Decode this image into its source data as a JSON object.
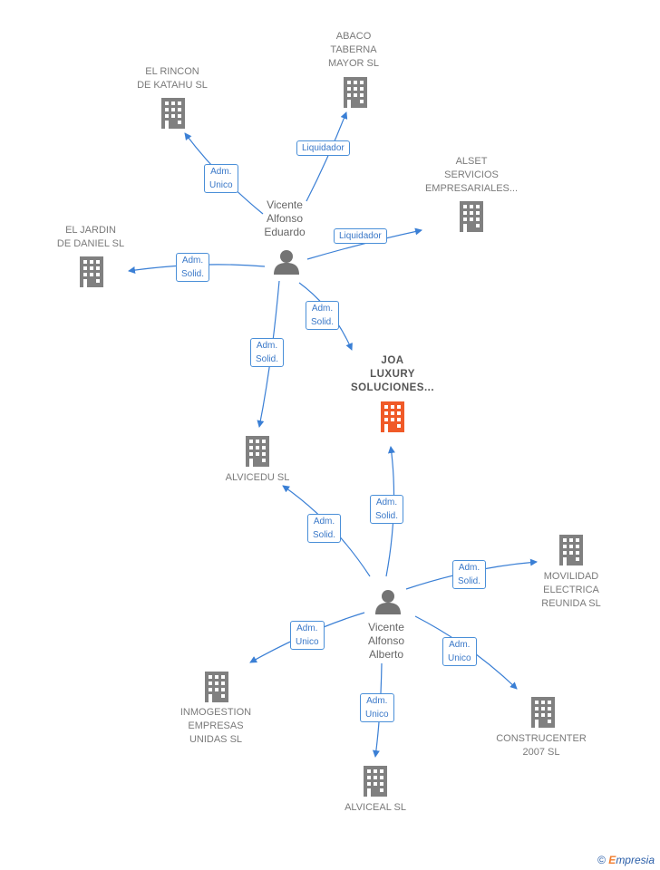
{
  "companies": {
    "abaco": {
      "label": "ABACO\nTABERNA\nMAYOR  SL"
    },
    "rincon": {
      "label": "EL RINCON\nDE KATAHU  SL"
    },
    "alset": {
      "label": "ALSET\nSERVICIOS\nEMPRESARIALES..."
    },
    "jardin": {
      "label": "EL JARDIN\nDE DANIEL  SL"
    },
    "joa": {
      "label": "JOA\nLUXURY\nSOLUCIONES..."
    },
    "alvicedu": {
      "label": "ALVICEDU  SL"
    },
    "movilidad": {
      "label": "MOVILIDAD\nELECTRICA\nREUNIDA  SL"
    },
    "inmogestion": {
      "label": "INMOGESTION\nEMPRESAS\nUNIDAS SL"
    },
    "construcenter": {
      "label": "CONSTRUCENTER\n2007 SL"
    },
    "alviceal": {
      "label": "ALVICEAL SL"
    }
  },
  "persons": {
    "eduardo": {
      "label": "Vicente\nAlfonso\nEduardo"
    },
    "alberto": {
      "label": "Vicente\nAlfonso\nAlberto"
    }
  },
  "relations": {
    "e_abaco": "Liquidador",
    "e_rincon": "Adm.\nUnico",
    "e_alset": "Liquidador",
    "e_jardin": "Adm.\nSolid.",
    "e_joa": "Adm.\nSolid.",
    "e_alvicedu": "Adm.\nSolid.",
    "a_alvicedu": "Adm.\nSolid.",
    "a_joa": "Adm.\nSolid.",
    "a_movilidad": "Adm.\nSolid.",
    "a_inmogestion": "Adm.\nUnico",
    "a_construcenter": "Adm.\nUnico",
    "a_alviceal": "Adm.\nUnico"
  },
  "footer": {
    "copyright": "©",
    "brand_initial": "E",
    "brand_rest": "mpresia"
  },
  "colors": {
    "edge": "#3a7fd5",
    "building": "#808080",
    "building_highlight": "#f05a28",
    "person": "#737373"
  }
}
